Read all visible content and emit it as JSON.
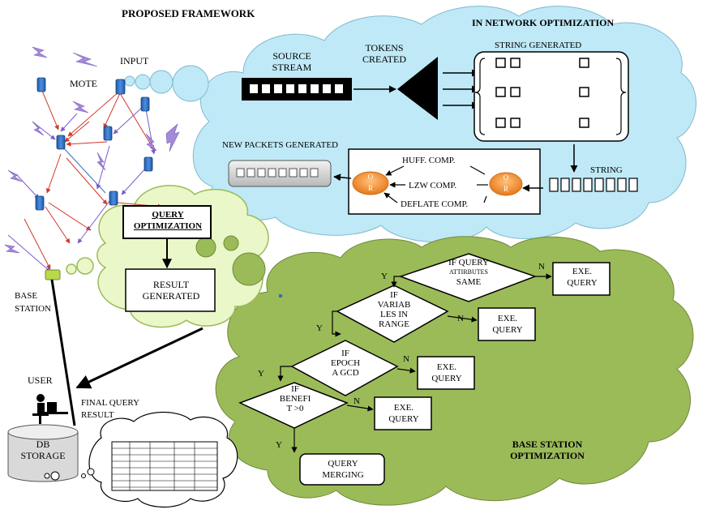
{
  "title": "PROPOSED FRAMEWORK",
  "cloud_top": {
    "title": "IN NETWORK  OPTIMIZATION",
    "source_stream": "SOURCE\nSTREAM",
    "tokens_created": "TOKENS\nCREATED",
    "string_generated": "STRING GENERATED",
    "new_packets": "NEW PACKETS GENERATED",
    "string_label": "STRING",
    "huff": "HUFF. COMP.",
    "lzw": "LZW COMP.",
    "deflate": "DEFLATE COMP.",
    "or_label": "O R"
  },
  "network": {
    "input": "INPUT",
    "mote": "MOTE",
    "base_station": "BASE\nSTATION",
    "user": "USER",
    "final_query": "FINAL QUERY\nRESULT",
    "db_storage": "DB\nSTORAGE"
  },
  "query_cloud": {
    "query_optimization": "QUERY\nOPTIMIZATION",
    "result_generated": "RESULT\nGENERATED"
  },
  "bs_cloud": {
    "title": "BASE STATION\nOPTIMIZATION",
    "d1": "IF QUERY",
    "d1_small": "ATTIRBUTES",
    "d1_end": "SAME",
    "d2": "IF\nVARIAB\nLES IN\nRANGE",
    "d3": "IF\nEPOCH\nA GCD",
    "d4": "IF\nBENEFI\nT >0",
    "exe": "EXE.\nQUERY",
    "merging": "QUERY\nMERGING",
    "yes": "Y",
    "no": "N"
  },
  "colors": {
    "sky_cloud": "#bfe9f7",
    "green_cloud": "#9bbb59",
    "pale_green": "#eaf7c9",
    "node_blue": "#2d6fc4",
    "or_orange": "#f28b1b",
    "lightning": "#a58ad6",
    "edge_red": "#d0392b",
    "edge_purple": "#7b5ec4"
  }
}
